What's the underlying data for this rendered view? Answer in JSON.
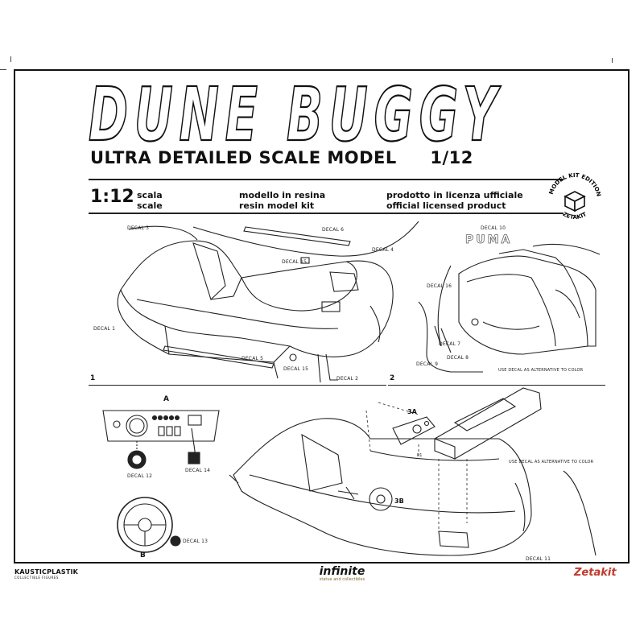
{
  "header": {
    "title": "DUNE BUGGY",
    "subtitle_left": "ULTRA DETAILED SCALE MODEL",
    "subtitle_right": "1/12",
    "scale_value": "1:12",
    "scale_it": "scala",
    "scale_en": "scale",
    "material_it": "modello in resina",
    "material_en": "resin model kit",
    "license_it": "prodotto in licenza ufficiale",
    "license_en": "official licensed product",
    "badge_top": "MODEL KIT EDITION",
    "badge_bottom": "ZETAKIT"
  },
  "decals": {
    "d1": "DECAL 1",
    "d2": "DECAL 2",
    "d3": "DECAL 3",
    "d4": "DECAL 4",
    "d5": "DECAL 5",
    "d6": "DECAL 6",
    "d7": "DECAL 7",
    "d8": "DECAL 8",
    "d9": "DECAL 9",
    "d10": "DECAL 10",
    "d11": "DECAL 11",
    "d12": "DECAL 12",
    "d13": "DECAL 13",
    "d14": "DECAL 14",
    "d15a": "DECAL 15",
    "d15b": "DECAL 15",
    "d16": "DECAL 16"
  },
  "notes": {
    "alt_color_1": "USE DECAL AS ALTERNATIVE TO COLOR",
    "alt_color_2": "USE DECAL AS ALTERNATIVE TO COLOR",
    "puma": "PUMA"
  },
  "steps": {
    "s1": "1",
    "s2": "2",
    "sA": "A",
    "sB": "B",
    "s3A": "3A",
    "s3B": "3B",
    "p1": "P1"
  },
  "footer": {
    "left_brand": "KAUSTICPLASTIK",
    "left_sub": "COLLECTIBLE FIGURES",
    "center_brand": "infinite",
    "center_sub": "statue and collectibles",
    "right_brand": "Zetakit"
  }
}
